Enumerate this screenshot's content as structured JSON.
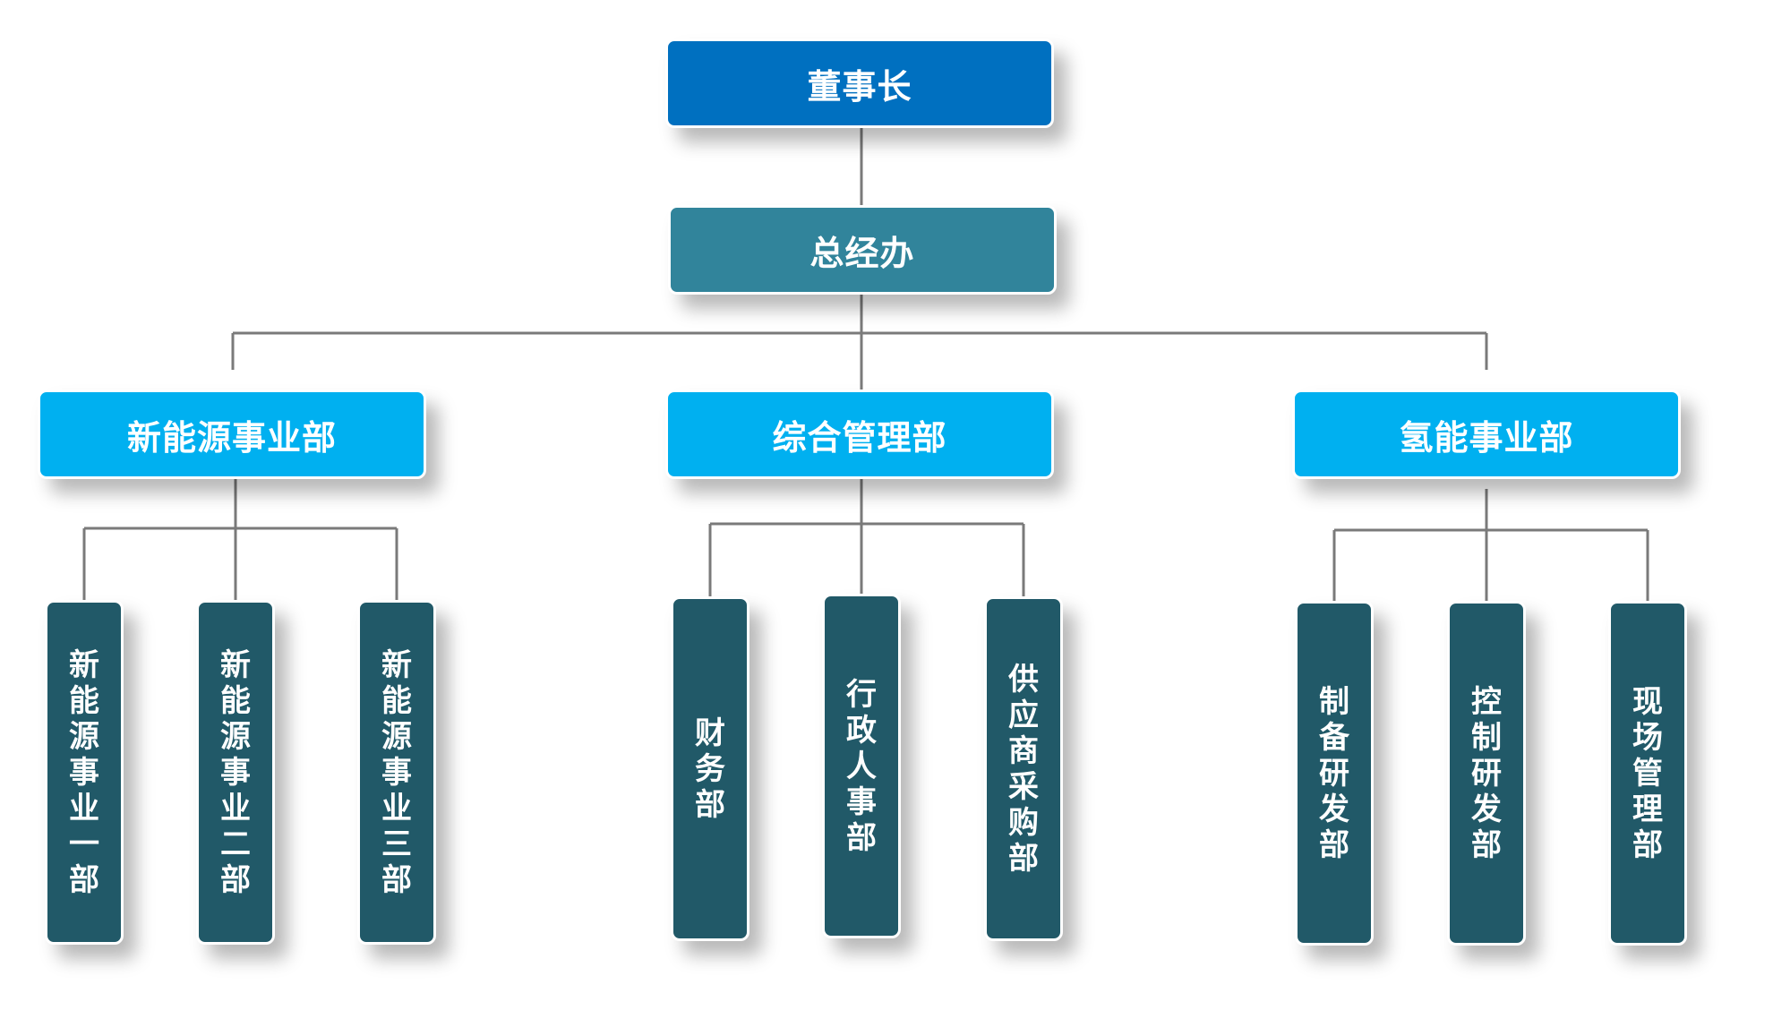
{
  "colors": {
    "chairman": "#0070c0",
    "general_office": "#31849b",
    "division": "#00b0f0",
    "department": "#215968",
    "connector": "#7a7a7a",
    "text": "#ffffff"
  },
  "chairman": {
    "label": "董事长"
  },
  "general_office": {
    "label": "总经办"
  },
  "divisions": [
    {
      "label": "新能源事业部",
      "departments": [
        {
          "label": "新能源事业一部"
        },
        {
          "label": "新能源事业二部"
        },
        {
          "label": "新能源事业三部"
        }
      ]
    },
    {
      "label": "综合管理部",
      "departments": [
        {
          "label": "财务部"
        },
        {
          "label": "行政人事部"
        },
        {
          "label": "供应商采购部"
        }
      ]
    },
    {
      "label": "氢能事业部",
      "departments": [
        {
          "label": "制备研发部"
        },
        {
          "label": "控制研发部"
        },
        {
          "label": "现场管理部"
        }
      ]
    }
  ]
}
